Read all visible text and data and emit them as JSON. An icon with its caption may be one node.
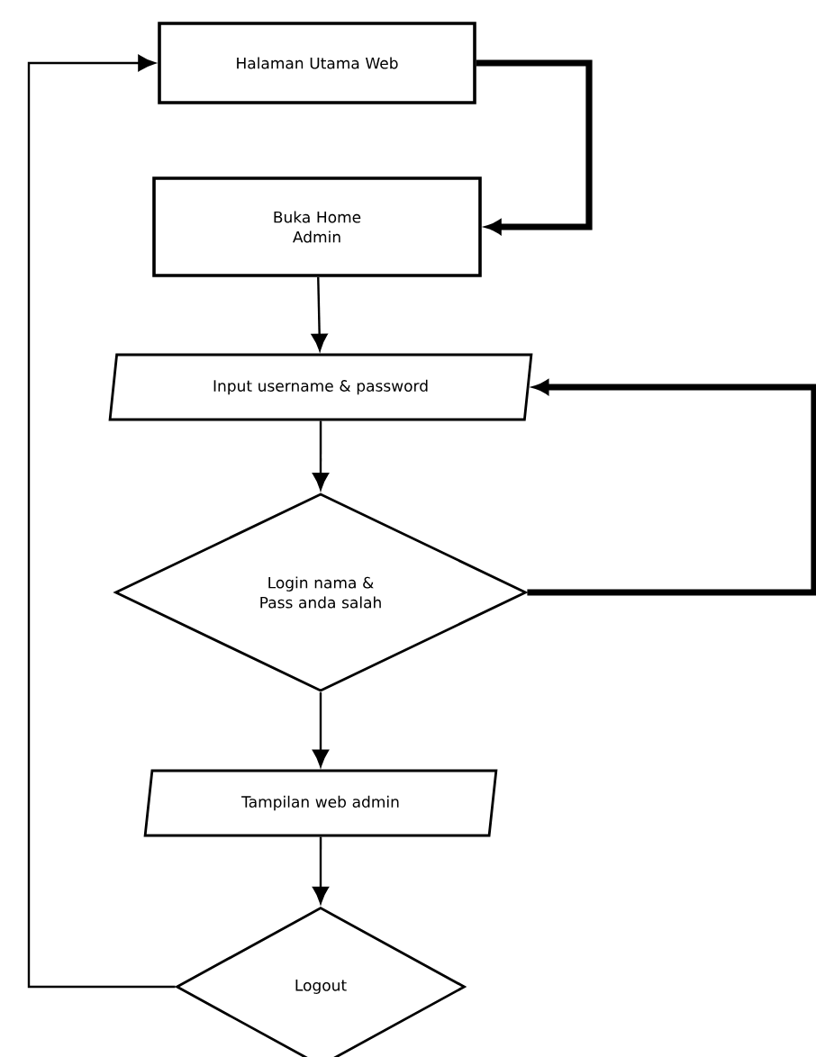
{
  "diagram": {
    "nodes": [
      {
        "text": [
          "Halaman Utama Web"
        ]
      },
      {
        "text": [
          "Buka Home Admin"
        ]
      },
      {
        "text": [
          "Input username & password"
        ]
      },
      {
        "text": [
          "Login nama & Pass anda salah"
        ]
      },
      {
        "text": [
          "Tampilan web admin"
        ]
      },
      {
        "text": [
          "Logout"
        ]
      }
    ],
    "edges": [
      {
        "from": 0,
        "to": 1,
        "arrow": "to",
        "style": "thick"
      },
      {
        "from": 1,
        "to": 2,
        "arrow": "to"
      },
      {
        "from": 2,
        "to": 3,
        "arrow": "to"
      },
      {
        "from": 3,
        "to": 4,
        "arrow": "to"
      },
      {
        "from": 4,
        "to": 5,
        "arrow": "to"
      },
      {
        "from": 5,
        "to": 0,
        "arrow": "to"
      },
      {
        "from": 3,
        "to": 2,
        "arrow": "to",
        "style": "thick"
      }
    ]
  }
}
